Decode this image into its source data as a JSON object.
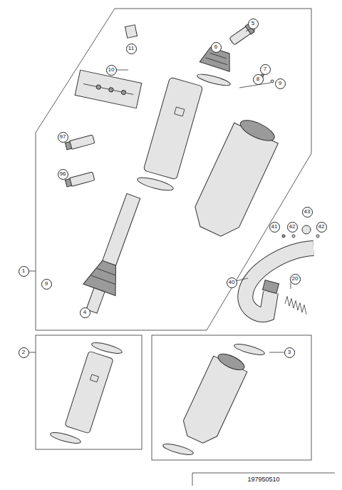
{
  "diagram": {
    "nodes": [
      {
        "text": [
          "5"
        ]
      },
      {
        "text": [
          "11"
        ]
      },
      {
        "text": [
          "6"
        ]
      },
      {
        "text": [
          "10"
        ]
      },
      {
        "text": [
          "7"
        ]
      },
      {
        "text": [
          "8"
        ]
      },
      {
        "text": [
          "9"
        ]
      },
      {
        "text": [
          "97"
        ]
      },
      {
        "text": [
          "96"
        ]
      },
      {
        "text": [
          "43"
        ]
      },
      {
        "text": [
          "41"
        ]
      },
      {
        "text": [
          "42"
        ]
      },
      {
        "text": [
          "42"
        ]
      },
      {
        "text": [
          "1"
        ]
      },
      {
        "text": [
          "20"
        ]
      },
      {
        "text": [
          "40"
        ]
      },
      {
        "text": [
          "9"
        ]
      },
      {
        "text": [
          "4"
        ]
      },
      {
        "text": [
          "2"
        ]
      },
      {
        "text": [
          "3"
        ]
      }
    ],
    "labels": [
      "197950510"
    ]
  }
}
